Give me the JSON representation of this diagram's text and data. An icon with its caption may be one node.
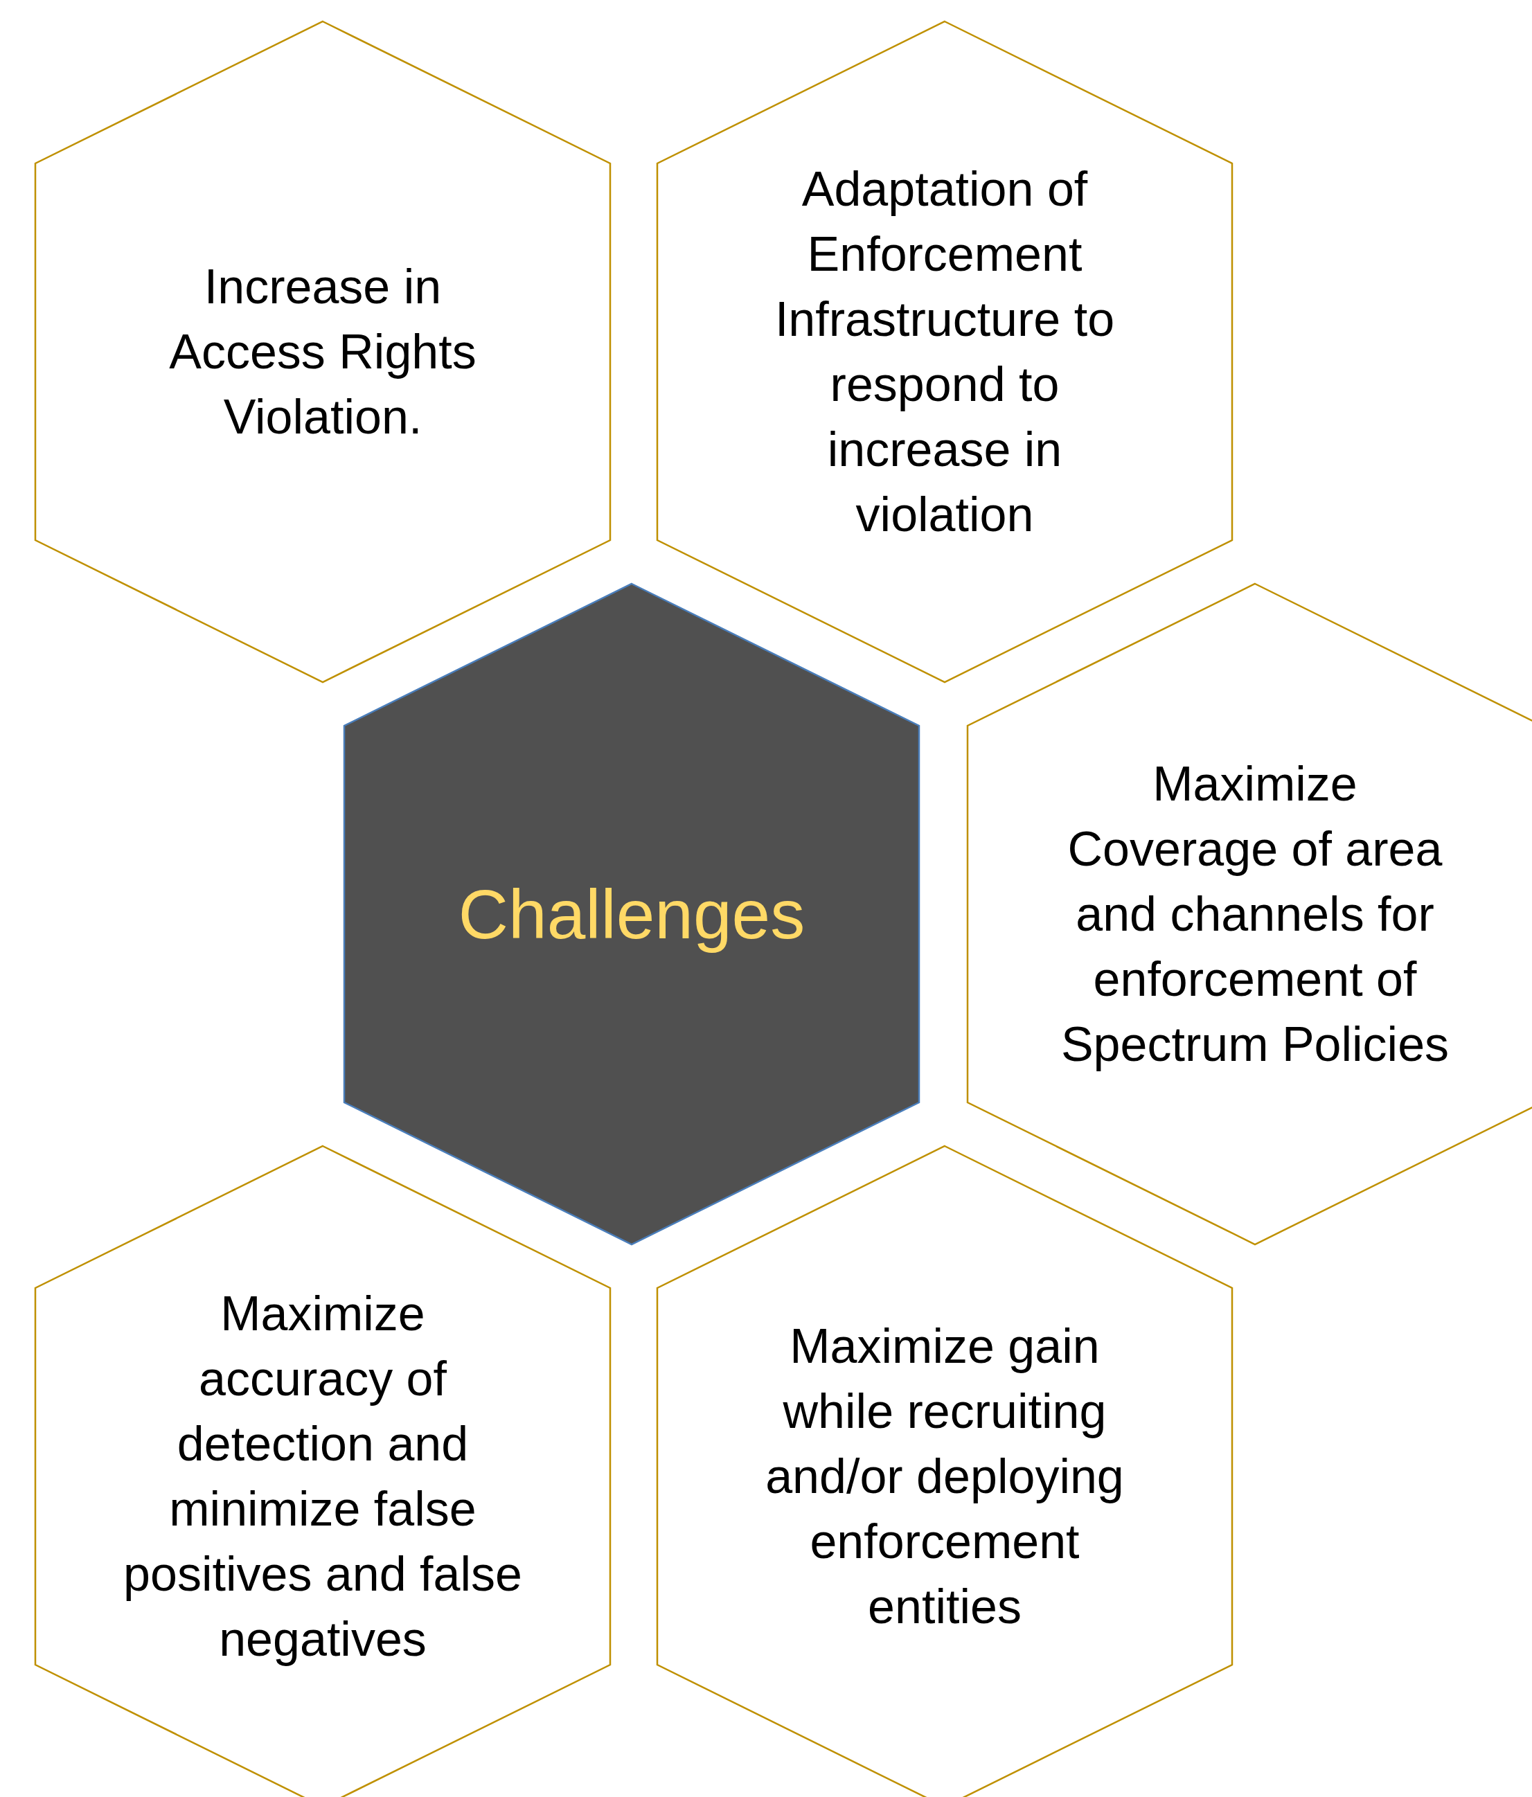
{
  "diagram": {
    "nodes": [
      {
        "text": [
          "Increase in Access Rights Violation."
        ]
      },
      {
        "text": [
          "Adaptation of Enforcement Infrastructure to respond to increase in violation"
        ]
      },
      {
        "text": [
          "Challenges"
        ]
      },
      {
        "text": [
          "Maximize Coverage of area and channels for enforcement of Spectrum Policies"
        ]
      },
      {
        "text": [
          "Maximize accuracy of detection and minimize false positives and false negatives"
        ]
      },
      {
        "text": [
          "Maximize gain while recruiting and/or deploying enforcement entities"
        ]
      }
    ]
  }
}
